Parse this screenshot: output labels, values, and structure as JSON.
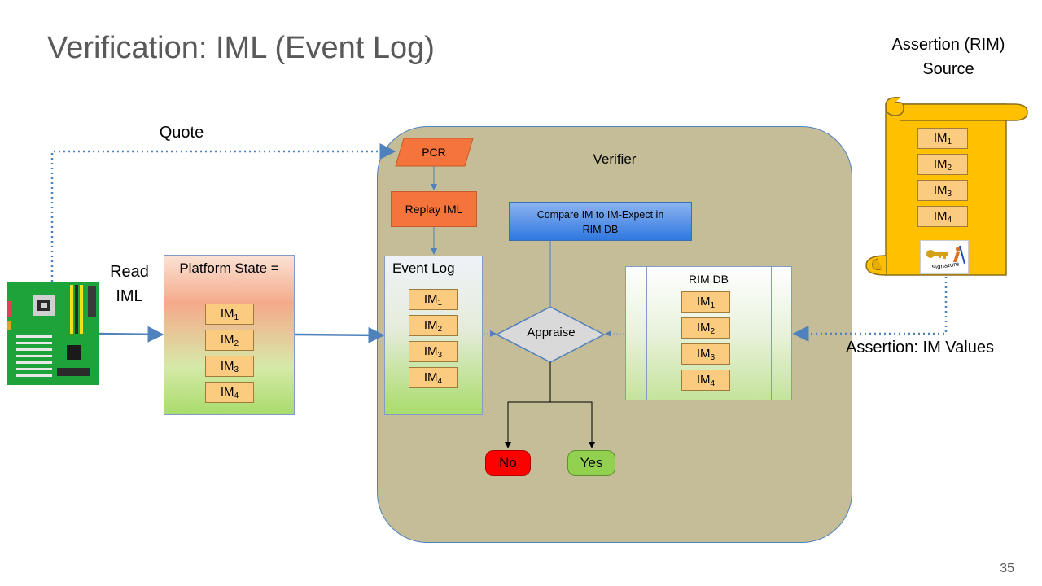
{
  "title": "Verification: IML (Event Log)",
  "labels": {
    "quote": "Quote",
    "read_iml_line1": "Read",
    "read_iml_line2": "IML",
    "assertion_source_line1": "Assertion (RIM)",
    "assertion_source_line2": "Source",
    "assertion_values": "Assertion: IM Values",
    "verifier": "Verifier"
  },
  "nodes": {
    "pcr": "PCR",
    "replay_iml": "Replay IML",
    "compare_line1": "Compare IM to IM-Expect in",
    "compare_line2": "RIM DB",
    "platform_state": "Platform State =",
    "event_log": "Event  Log",
    "rim_db": "RIM DB",
    "appraise": "Appraise",
    "no": "No",
    "yes": "Yes"
  },
  "im_base": "IM",
  "im_subs": [
    "1",
    "2",
    "3",
    "4"
  ],
  "signature_text": "Signature",
  "slide_number": "35",
  "colors": {
    "verifier_bg": "#c4bd97",
    "im_fill": "#fbcb7f",
    "pcr_fill": "#f4743b",
    "scroll_fill": "#ffc000",
    "no_fill": "#ff0000",
    "yes_fill": "#92d050",
    "connector": "#4f81bd"
  }
}
